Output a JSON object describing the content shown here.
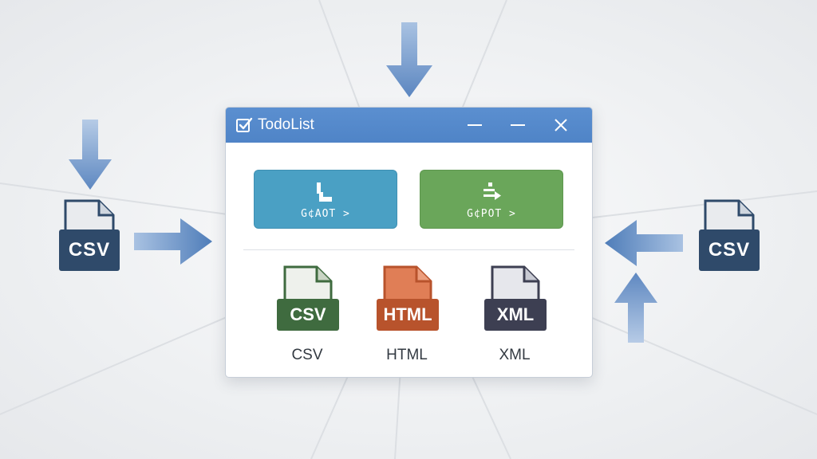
{
  "window": {
    "title": "TodoList",
    "minimize_glyph": "—",
    "maximize_glyph": "—",
    "close_glyph": "✕"
  },
  "buttons": {
    "import_label": "G¢AOT >",
    "export_label": "G¢POT >"
  },
  "formats": [
    {
      "band": "CSV",
      "caption": "CSV",
      "color": "#3f6b3f",
      "page": "#eef1ec",
      "stroke": "#3f6b3f"
    },
    {
      "band": "HTML",
      "caption": "HTML",
      "color": "#b8532c",
      "page": "#e07e56",
      "stroke": "#b8532c"
    },
    {
      "band": "XML",
      "caption": "XML",
      "color": "#3d3f52",
      "page": "#e6e7ec",
      "stroke": "#3d3f52"
    }
  ],
  "side_files": {
    "left_label": "CSV",
    "right_label": "CSV"
  },
  "colors": {
    "titlebar": "#5b8fd0",
    "import_button": "#4aa0c4",
    "export_button": "#6aa65a",
    "arrow": "#5b86c0"
  },
  "icons": {
    "app": "checkbox-icon",
    "import": "import-icon",
    "export": "export-icon"
  }
}
